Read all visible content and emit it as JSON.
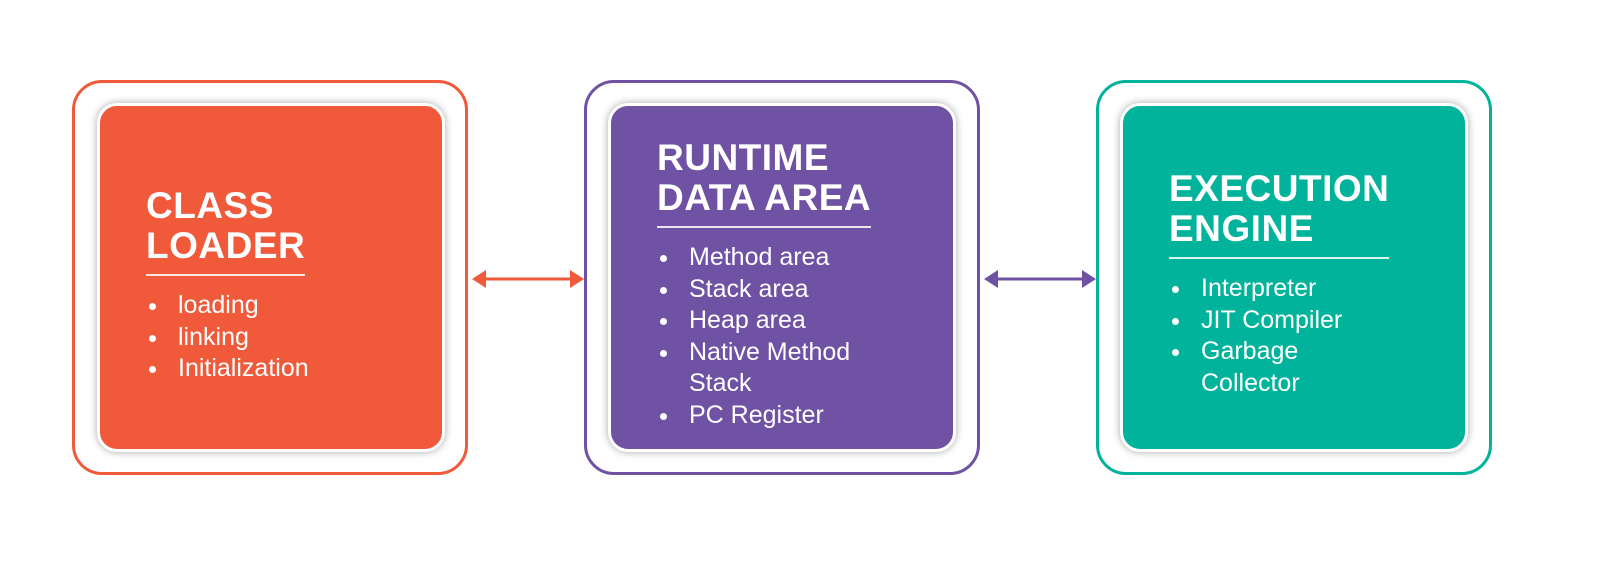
{
  "colors": {
    "class_loader": "#f05a3a",
    "runtime_data_area": "#6f52a3",
    "execution_engine": "#00b39a"
  },
  "blocks": [
    {
      "title": "CLASS\nLOADER",
      "items": [
        "loading",
        "linking",
        "Initialization"
      ]
    },
    {
      "title": "RUNTIME\nDATA AREA",
      "items": [
        "Method area",
        "Stack area",
        "Heap area",
        "Native Method\nStack",
        "PC Register"
      ]
    },
    {
      "title": "EXECUTION\nENGINE",
      "items": [
        "Interpreter",
        "JIT Compiler",
        "Garbage\nCollector"
      ]
    }
  ]
}
